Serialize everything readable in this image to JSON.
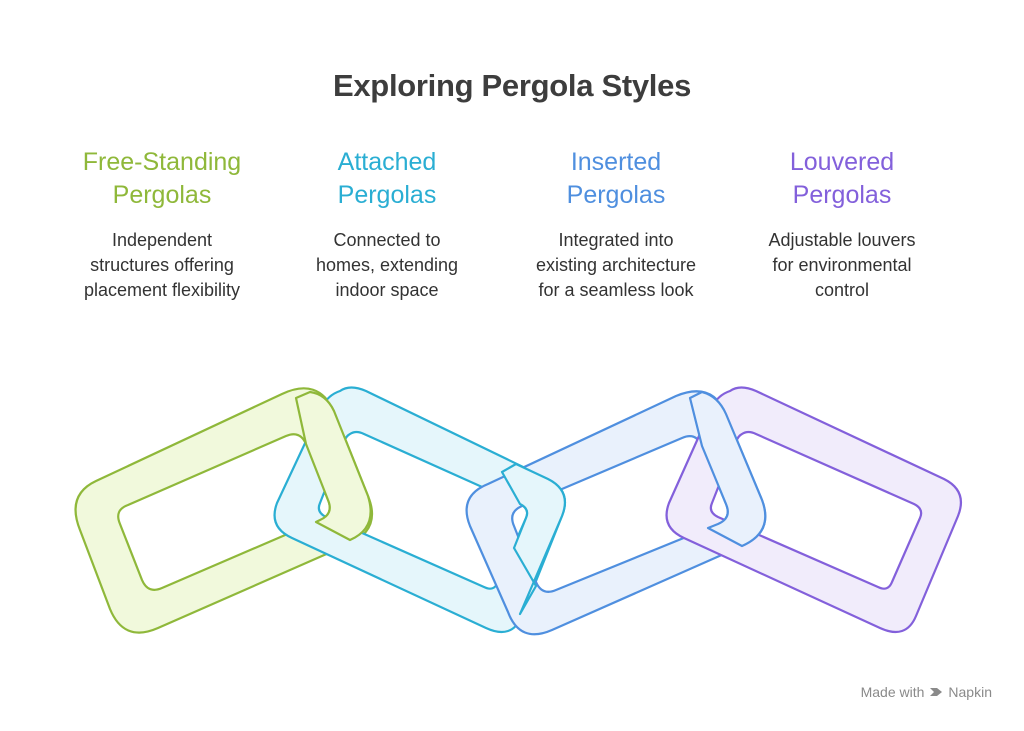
{
  "title": "Exploring Pergola Styles",
  "columns": [
    {
      "heading_line1": "Free-Standing",
      "heading_line2": "Pergolas",
      "desc_line1": "Independent",
      "desc_line2": "structures offering",
      "desc_line3": "placement flexibility",
      "color": "#8fb83a",
      "fill": "#f1f9dc"
    },
    {
      "heading_line1": "Attached",
      "heading_line2": "Pergolas",
      "desc_line1": "Connected to",
      "desc_line2": "homes, extending",
      "desc_line3": "indoor space",
      "color": "#2aaed3",
      "fill": "#e5f6fb"
    },
    {
      "heading_line1": "Inserted",
      "heading_line2": "Pergolas",
      "desc_line1": "Integrated into",
      "desc_line2": "existing architecture",
      "desc_line3": "for a seamless look",
      "color": "#4f8fdf",
      "fill": "#e9f1fc"
    },
    {
      "heading_line1": "Louvered",
      "heading_line2": "Pergolas",
      "desc_line1": "Adjustable louvers",
      "desc_line2": "for environmental",
      "desc_line3": "control",
      "color": "#8360db",
      "fill": "#f1ecfb"
    }
  ],
  "footer": {
    "made_with": "Made with",
    "brand": "Napkin",
    "logo_icon": "napkin-logo-icon"
  }
}
